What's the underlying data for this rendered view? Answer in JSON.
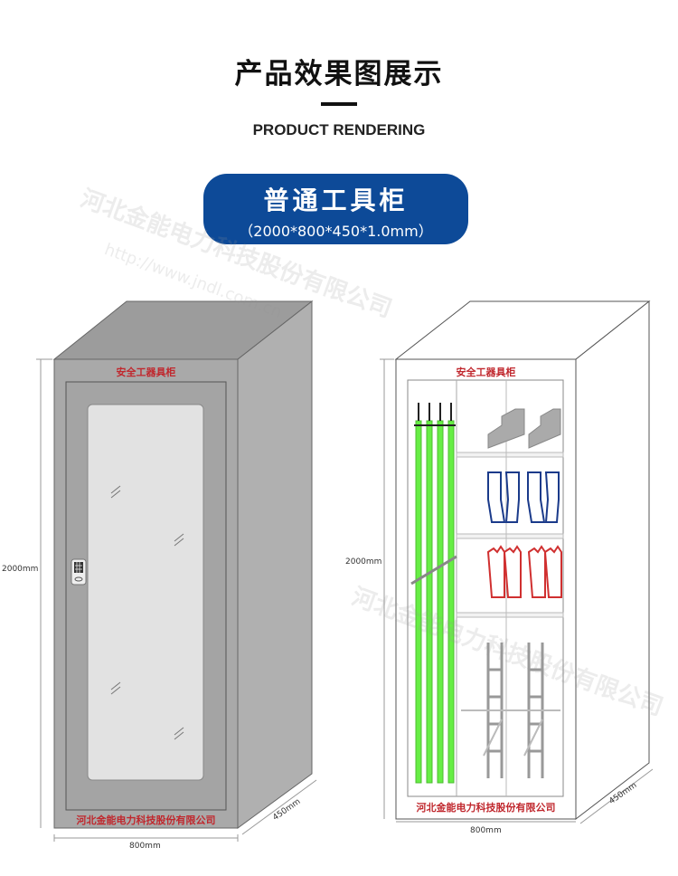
{
  "header": {
    "title": "产品效果图展示",
    "subtitle": "PRODUCT RENDERING"
  },
  "product": {
    "name": "普通工具柜",
    "spec": "（2000*800*450*1.0mm）"
  },
  "cabinet_left": {
    "label": "安全工器具柜",
    "company": "河北金能电力科技股份有限公司",
    "height": "2000mm",
    "width": "800mm",
    "depth": "450mm"
  },
  "cabinet_right": {
    "label": "安全工器具柜",
    "company": "河北金能电力科技股份有限公司",
    "height": "2000mm",
    "width": "800mm",
    "depth": "450mm"
  },
  "watermark": {
    "company": "河北金能电力科技股份有限公司",
    "url": "http://www.jndl.com.cn"
  },
  "colors": {
    "brand_blue": "#0d4a98",
    "label_red": "#c0272d",
    "cabinet_gray": "#a8a8a8",
    "rod_green": "#66ee44"
  }
}
